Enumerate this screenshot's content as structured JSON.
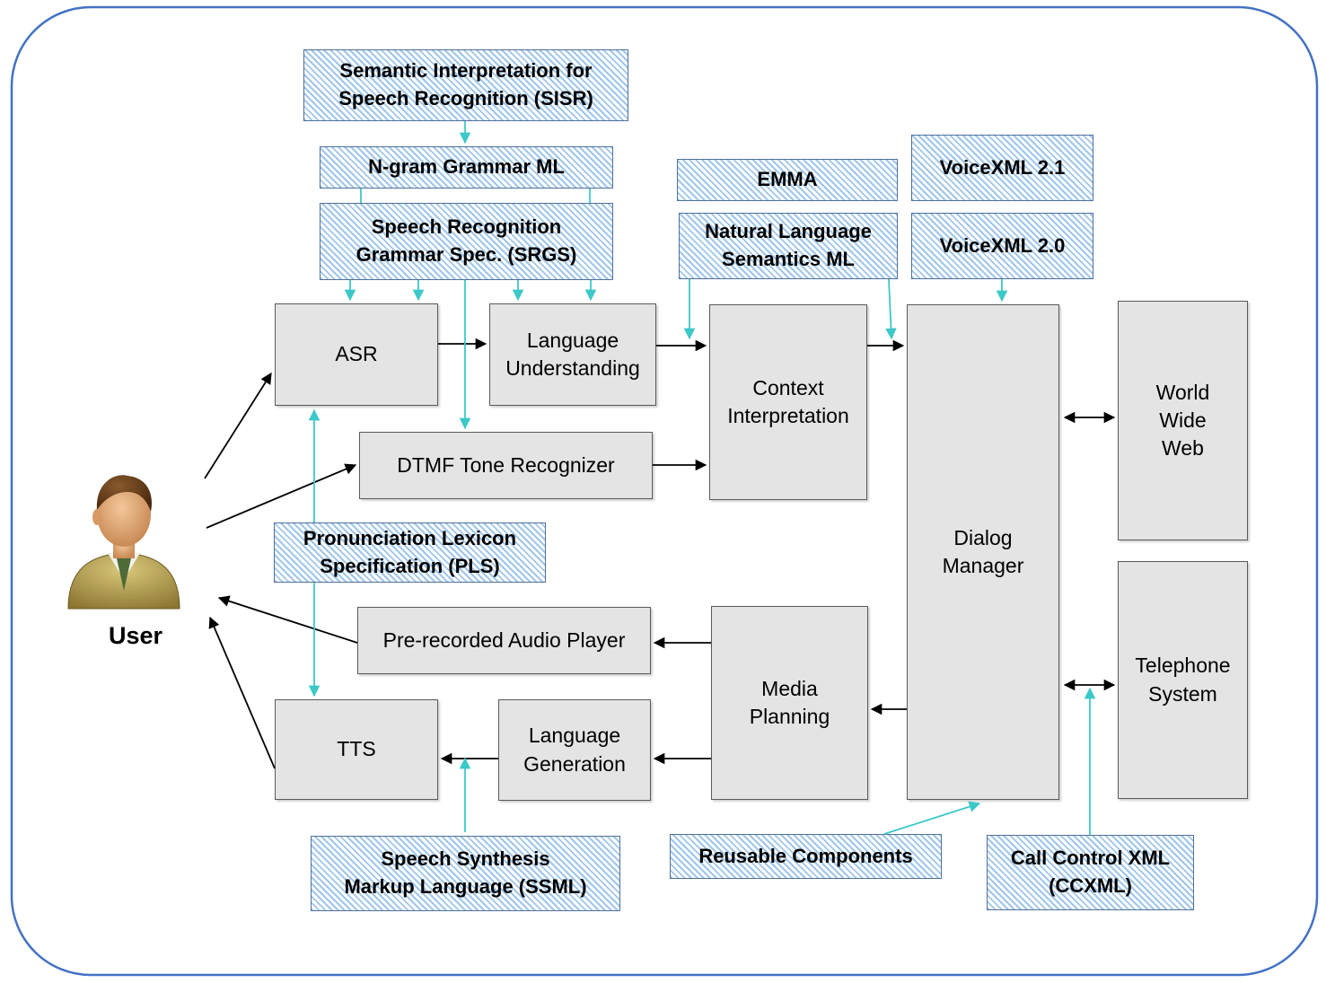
{
  "user": {
    "label": "User"
  },
  "components": {
    "asr": "ASR",
    "lang_understanding": [
      "Language",
      "Understanding"
    ],
    "context_interp": [
      "Context",
      "Interpretation"
    ],
    "dtmf": "DTMF Tone Recognizer",
    "dialog_manager": [
      "Dialog",
      "Manager"
    ],
    "www": [
      "World",
      "Wide",
      "Web"
    ],
    "telephone": [
      "Telephone",
      "System"
    ],
    "audio_player": "Pre-recorded Audio Player",
    "media_planning": [
      "Media",
      "Planning"
    ],
    "lang_generation": [
      "Language",
      "Generation"
    ],
    "tts": "TTS"
  },
  "standards": {
    "sisr": [
      "Semantic Interpretation for",
      "Speech Recognition (SISR)"
    ],
    "ngram": "N-gram Grammar ML",
    "srgs": [
      "Speech Recognition",
      "Grammar Spec. (SRGS)"
    ],
    "emma": "EMMA",
    "nlsml": [
      "Natural Language",
      "Semantics ML"
    ],
    "vxml21": "VoiceXML 2.1",
    "vxml20": "VoiceXML 2.0",
    "pls": [
      "Pronunciation Lexicon",
      "Specification (PLS)"
    ],
    "ssml": [
      "Speech Synthesis",
      "Markup Language (SSML)"
    ],
    "reusable": "Reusable Components",
    "ccxml": [
      "Call Control XML",
      "(CCXML)"
    ]
  },
  "colors": {
    "frame_border": "#4472c4",
    "component_fill": "#e4e4e4",
    "standard_hatch": "#9fc6ea",
    "standard_border": "#4f6f9f",
    "standard_arrow": "#3cc8c8",
    "flow_arrow": "#000000"
  }
}
